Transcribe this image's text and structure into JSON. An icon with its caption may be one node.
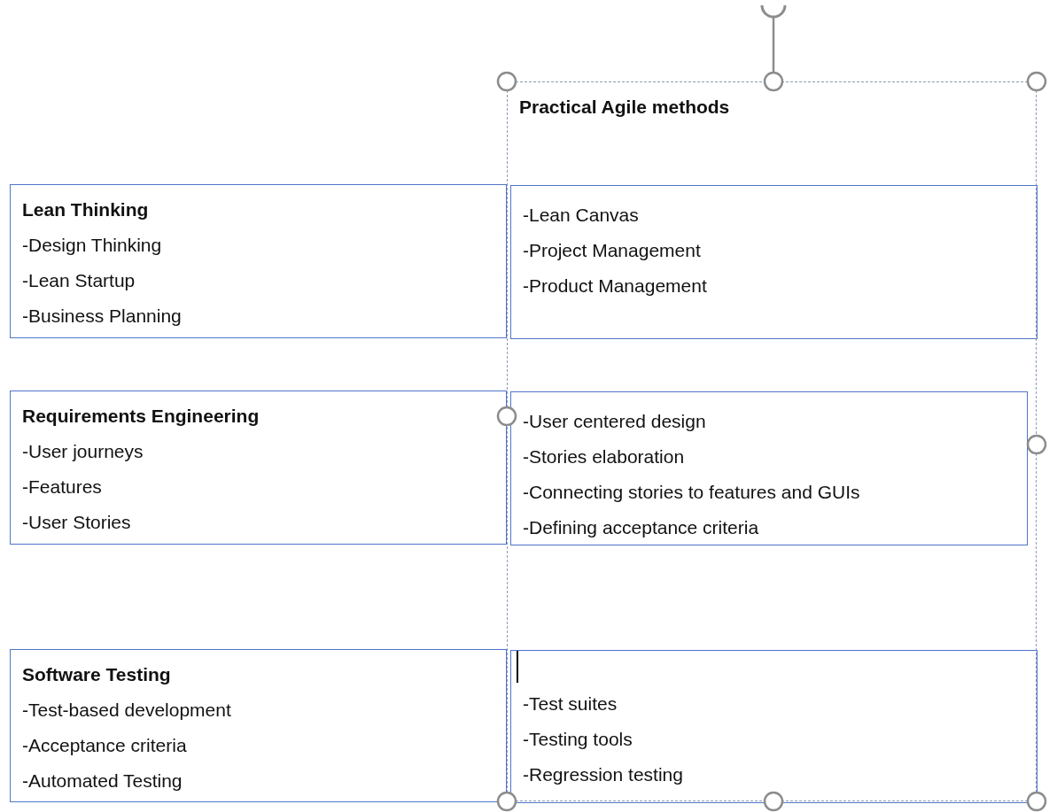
{
  "diagram": {
    "nodes": [
      {
        "text": [
          "Practical Agile methods"
        ]
      },
      {
        "text": [
          "Lean Thinking",
          "-Design Thinking",
          "-Lean Startup",
          "-Business Planning"
        ]
      },
      {
        "text": [
          "-Lean Canvas",
          "-Project Management",
          "-Product Management"
        ],
        "in": 0
      },
      {
        "text": [
          "Requirements Engineering",
          "-User journeys",
          "-Features",
          "-User Stories"
        ]
      },
      {
        "text": [
          "-User centered design",
          "-Stories elaboration",
          "-Connecting stories to features and GUIs",
          "-Defining acceptance criteria"
        ],
        "in": 0
      },
      {
        "text": [
          "Software Testing",
          "-Test-based development",
          "-Acceptance criteria",
          "-Automated Testing"
        ]
      },
      {
        "text": [
          "-Test suites",
          "-Testing tools",
          "-Regression testing"
        ],
        "in": 0
      }
    ]
  }
}
